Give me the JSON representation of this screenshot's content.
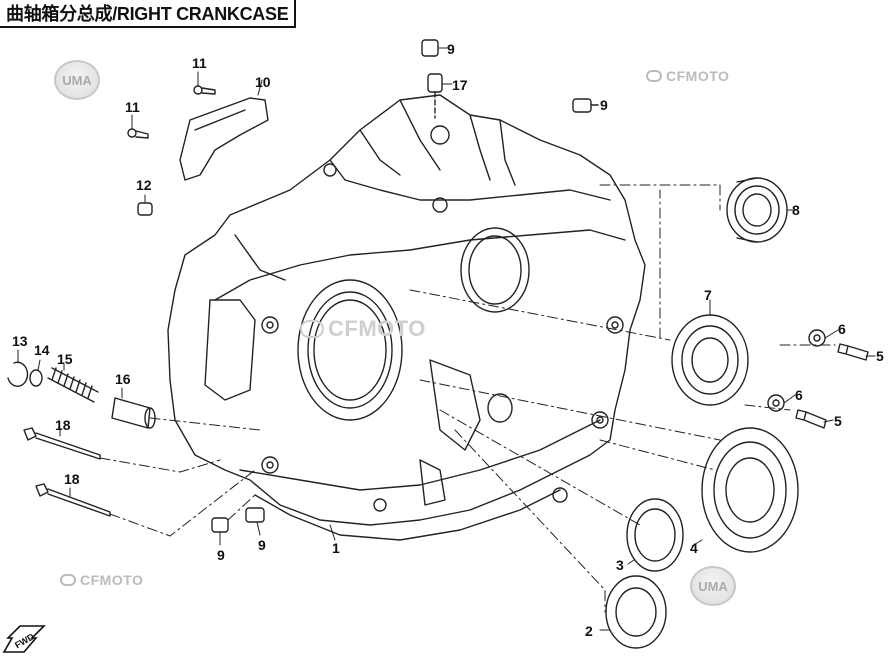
{
  "title": "曲轴箱分总成/RIGHT CRANKCASE",
  "watermarks": {
    "cfmoto": "CFMOTO",
    "uma": "UMA"
  },
  "fwd_label": "FWD",
  "callouts": [
    {
      "id": "c1",
      "label": "1"
    },
    {
      "id": "c2",
      "label": "2"
    },
    {
      "id": "c3",
      "label": "3"
    },
    {
      "id": "c4",
      "label": "4"
    },
    {
      "id": "c5a",
      "label": "5"
    },
    {
      "id": "c5b",
      "label": "5"
    },
    {
      "id": "c6a",
      "label": "6"
    },
    {
      "id": "c6b",
      "label": "6"
    },
    {
      "id": "c7",
      "label": "7"
    },
    {
      "id": "c8",
      "label": "8"
    },
    {
      "id": "c9a",
      "label": "9"
    },
    {
      "id": "c9b",
      "label": "9"
    },
    {
      "id": "c9c",
      "label": "9"
    },
    {
      "id": "c9d",
      "label": "9"
    },
    {
      "id": "c10",
      "label": "10"
    },
    {
      "id": "c11a",
      "label": "11"
    },
    {
      "id": "c11b",
      "label": "11"
    },
    {
      "id": "c12",
      "label": "12"
    },
    {
      "id": "c13",
      "label": "13"
    },
    {
      "id": "c14",
      "label": "14"
    },
    {
      "id": "c15",
      "label": "15"
    },
    {
      "id": "c16",
      "label": "16"
    },
    {
      "id": "c17",
      "label": "17"
    },
    {
      "id": "c18a",
      "label": "18"
    },
    {
      "id": "c18b",
      "label": "18"
    }
  ]
}
